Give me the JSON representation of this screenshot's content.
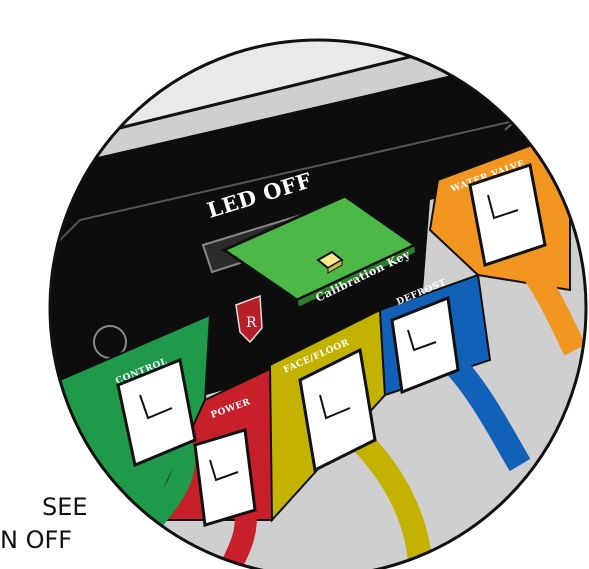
{
  "panel": {
    "status_label": "LED OFF",
    "key_label": "Calibration Key",
    "partial_text": "SEE\nN OFF"
  },
  "connectors": [
    {
      "label": "CONTROL",
      "color": "#1f9a4a"
    },
    {
      "label": "POWER",
      "color": "#c8202a"
    },
    {
      "label": "FACE/FLOOR",
      "color": "#c3b300"
    },
    {
      "label": "DEFROST",
      "color": "#1261b8"
    },
    {
      "label": "WATER VALVE",
      "color": "#f39521"
    }
  ],
  "colors": {
    "housing": "#0d0d0d",
    "key_board": "#4cb848",
    "key_led": "#f6e98a",
    "wire_gray": "#c8c8c8",
    "badge": "#b51f25"
  }
}
